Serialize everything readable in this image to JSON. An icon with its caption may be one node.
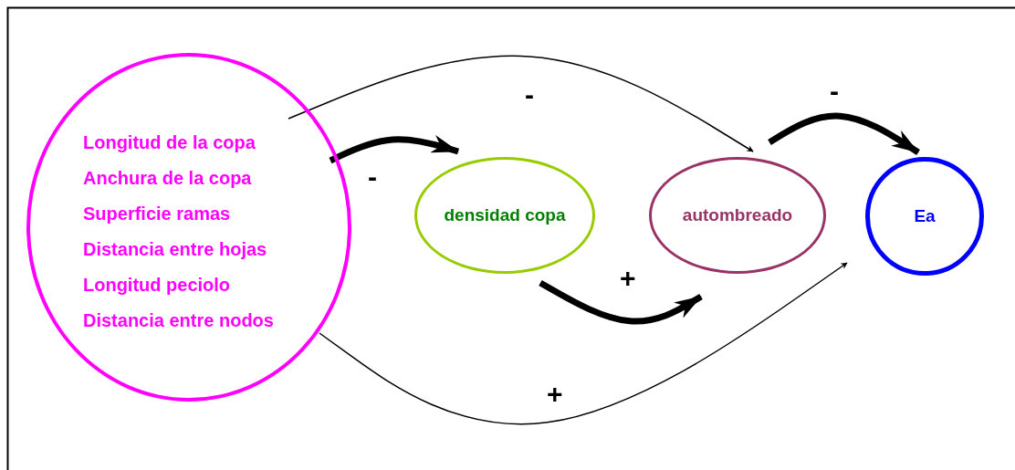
{
  "diagram": {
    "nodes": [
      {
        "text": [
          "Longitud de la copa",
          "Anchura de la copa",
          "Superficie ramas",
          "Distancia entre hojas",
          "Longitud peciolo",
          "Distancia entre nodos"
        ]
      },
      {
        "text": [
          "densidad copa"
        ]
      },
      {
        "text": [
          "autombreado"
        ]
      },
      {
        "text": [
          "Ea"
        ]
      }
    ],
    "edges": [
      {
        "from": 0,
        "to": 1,
        "arrow": "to",
        "label": "-"
      },
      {
        "from": 0,
        "to": 2,
        "arrow": "to",
        "label": "-"
      },
      {
        "from": 1,
        "to": 2,
        "arrow": "to",
        "label": "+"
      },
      {
        "from": 2,
        "to": 3,
        "arrow": "to",
        "label": "-"
      },
      {
        "from": 0,
        "to": 3,
        "arrow": "to",
        "label": "+"
      }
    ]
  }
}
